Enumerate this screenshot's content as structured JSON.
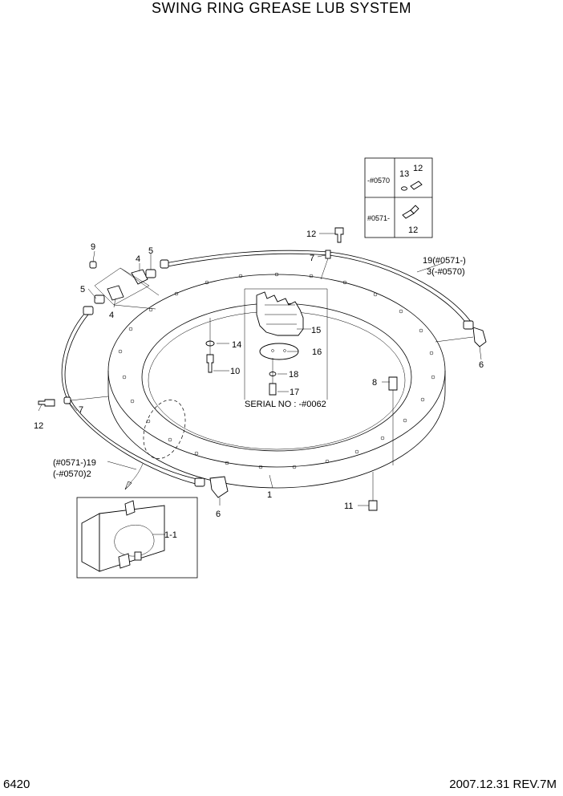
{
  "title": "SWING RING GREASE LUB SYSTEM",
  "footer": {
    "page": "6420",
    "revision": "2007.12.31  REV.7M"
  },
  "serial_note": "SERIAL NO : -#0062",
  "inset": {
    "top_label": "-#0570",
    "bottom_label": "#0571-"
  },
  "labels": {
    "p1": "1",
    "p1_1": "1-1",
    "p4a": "4",
    "p4b": "4",
    "p5a": "5",
    "p5b": "5",
    "p6a": "6",
    "p6b": "6",
    "p7a": "7",
    "p7b": "7",
    "p8": "8",
    "p9": "9",
    "p10": "10",
    "p11": "11",
    "p12a": "12",
    "p12b": "12",
    "p12c": "12",
    "p12d": "12",
    "p13": "13",
    "p14": "14",
    "p15": "15",
    "p16": "16",
    "p17": "17",
    "p18": "18",
    "hose_right_1": "19(#0571-)",
    "hose_right_2": "3(-#0570)",
    "hose_left_1": "(#0571-)19",
    "hose_left_2": "(-#0570)2"
  }
}
